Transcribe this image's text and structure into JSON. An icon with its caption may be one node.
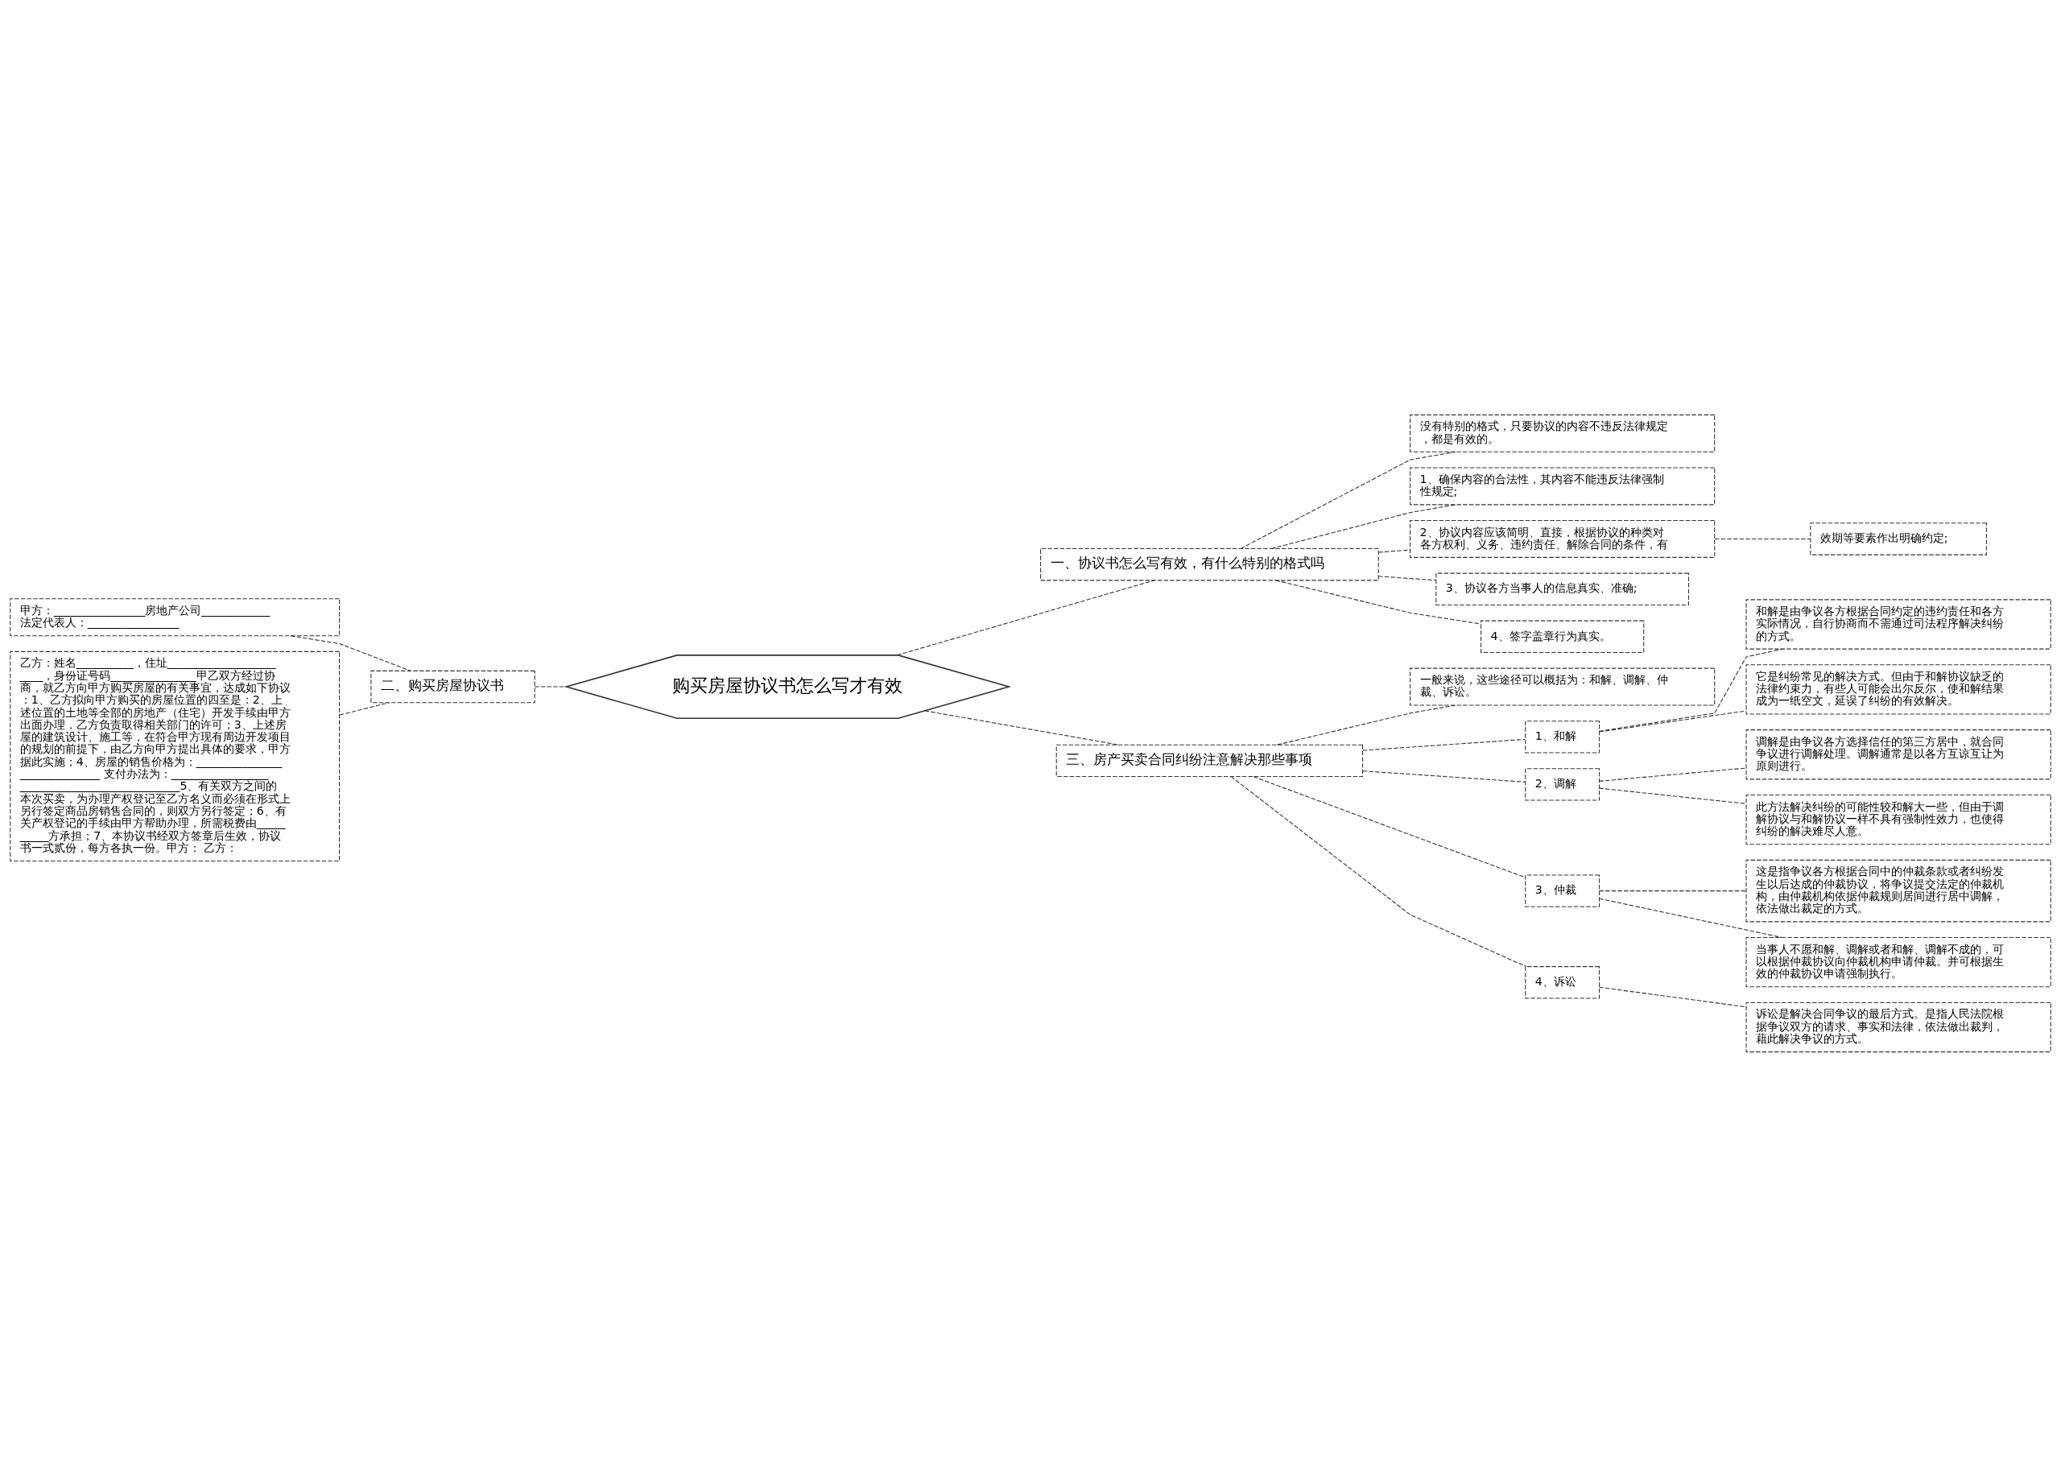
{
  "diagram": {
    "nodes": [
      {
        "text": [
          "购买房屋协议书怎么写才有效"
        ]
      },
      {
        "text": [
          "一、协议书怎么写有效，有什么特别的格式吗"
        ]
      },
      {
        "text": [
          "没有特别的格式，只要协议的内容不违反法律规定，都是有效的。"
        ]
      },
      {
        "text": [
          "1、确保内容的合法性，其内容不能违反法律强制性规定;"
        ]
      },
      {
        "text": [
          "2、协议内容应该简明、直接，根据协议的种类对各方权利、义务、违约责任、解除合同的条件，有"
        ]
      },
      {
        "text": [
          "效期等要素作出明确约定;"
        ]
      },
      {
        "text": [
          "3、协议各方当事人的信息真实、准确;"
        ]
      },
      {
        "text": [
          "4、签字盖章行为真实。"
        ]
      },
      {
        "text": [
          "二、购买房屋协议书"
        ]
      },
      {
        "text": [
          "甲方：________________房地产公司____________法定代表人：________________"
        ]
      },
      {
        "text": [
          "乙方：姓名__________，住址_______________________，身份证号码_______________甲乙双方经过协商，就乙方向甲方购买房屋的有关事宜，达成如下协议：1、乙方拟向甲方购买的房屋位置的四至是：2、上述位置的土地等全部的房地产（住宅）开发手续由甲方出面办理，乙方负责取得相关部门的许可；3、上述房屋的建筑设计、施工等，在符合甲方现有周边开发项目的规划的前提下，由乙方向甲方提出具体的要求，甲方据此实施；4、房屋的销售价格为：_____________________________ 支付办法为：_____________________________________________5、有关双方之间的本次买卖，为办理产权登记至乙方名义而必须在形式上另行签定商品房销售合同的，则双方另行签定；6、有关产权登记的手续由甲方帮助办理，所需税费由__________方承担；7、本协议书经双方签章后生效，协议书一式贰份，每方各执一份。甲方： 乙方："
        ]
      },
      {
        "text": [
          "三、房产买卖合同纠纷注意解决那些事项"
        ]
      },
      {
        "text": [
          "一般来说，这些途径可以概括为：和解、调解、仲裁、诉讼。"
        ]
      },
      {
        "text": [
          "1、和解"
        ]
      },
      {
        "text": [
          "和解是由争议各方根据合同约定的违约责任和各方实际情况，自行协商而不需通过司法程序解决纠纷的方式。"
        ]
      },
      {
        "text": [
          "它是纠纷常见的解决方式。但由于和解协议缺乏的法律约束力，有些人可能会出尔反尔，使和解结果成为一纸空文，延误了纠纷的有效解决。"
        ]
      },
      {
        "text": [
          "2、调解"
        ]
      },
      {
        "text": [
          "调解是由争议各方选择信任的第三方居中，就合同争议进行调解处理。调解通常是以各方互谅互让为原则进行。"
        ]
      },
      {
        "text": [
          "此方法解决纠纷的可能性较和解大一些，但由于调解协议与和解协议一样不具有强制性效力，也使得纠纷的解决难尽人意。"
        ]
      },
      {
        "text": [
          "3、仲裁"
        ]
      },
      {
        "text": [
          "这是指争议各方根据合同中的仲裁条款或者纠纷发生以后达成的仲裁协议，将争议提交法定的仲裁机构，由仲裁机构依据仲裁规则居间进行居中调解，依法做出裁定的方式。"
        ]
      },
      {
        "text": [
          "当事人不愿和解、调解或者和解、调解不成的，可以根据仲裁协议向仲裁机构申请仲裁。并可根据生效的仲裁协议申请强制执行。"
        ]
      },
      {
        "text": [
          "4、诉讼"
        ]
      },
      {
        "text": [
          "诉讼是解决合同争议的最后方式。是指人民法院根据争议双方的请求、事实和法律，依法做出裁判，藉此解决争议的方式。"
        ]
      }
    ],
    "edges": [
      {
        "from": 0,
        "to": 1,
        "arrow": "none"
      },
      {
        "from": 1,
        "to": 2,
        "arrow": "none"
      },
      {
        "from": 1,
        "to": 3,
        "arrow": "none"
      },
      {
        "from": 1,
        "to": 4,
        "arrow": "none"
      },
      {
        "from": 4,
        "to": 5,
        "arrow": "none"
      },
      {
        "from": 1,
        "to": 6,
        "arrow": "none"
      },
      {
        "from": 1,
        "to": 7,
        "arrow": "none"
      },
      {
        "from": 0,
        "to": 8,
        "arrow": "none"
      },
      {
        "from": 8,
        "to": 9,
        "arrow": "none"
      },
      {
        "from": 8,
        "to": 10,
        "arrow": "none"
      },
      {
        "from": 0,
        "to": 11,
        "arrow": "none"
      },
      {
        "from": 11,
        "to": 12,
        "arrow": "none"
      },
      {
        "from": 11,
        "to": 13,
        "arrow": "none"
      },
      {
        "from": 13,
        "to": 14,
        "arrow": "none"
      },
      {
        "from": 13,
        "to": 15,
        "arrow": "none"
      },
      {
        "from": 11,
        "to": 16,
        "arrow": "none"
      },
      {
        "from": 16,
        "to": 17,
        "arrow": "none"
      },
      {
        "from": 16,
        "to": 18,
        "arrow": "none"
      },
      {
        "from": 11,
        "to": 19,
        "arrow": "none"
      },
      {
        "from": 19,
        "to": 20,
        "arrow": "none"
      },
      {
        "from": 19,
        "to": 21,
        "arrow": "none"
      },
      {
        "from": 11,
        "to": 22,
        "arrow": "none"
      },
      {
        "from": 22,
        "to": 23,
        "arrow": "none"
      }
    ]
  }
}
